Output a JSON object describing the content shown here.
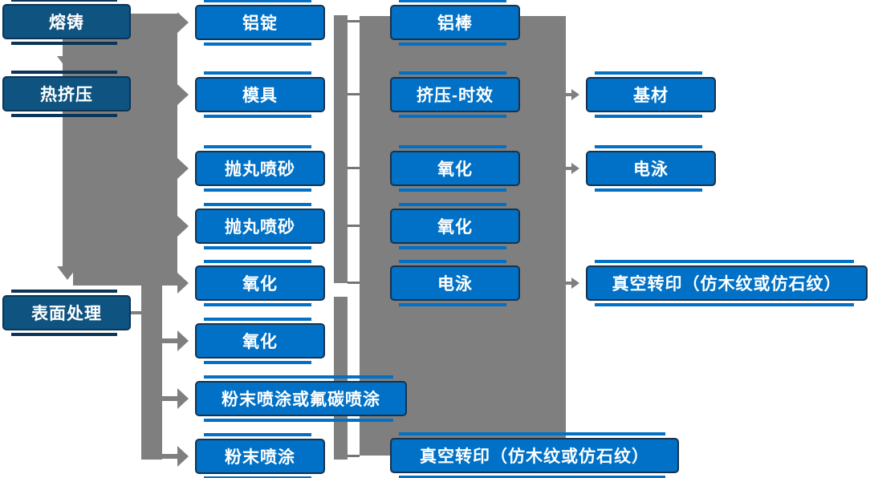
{
  "diagram": {
    "type": "flowchart",
    "subject": "aluminium profile production and surface finishing process",
    "orientation": "left-to-right",
    "colors": {
      "bright_box_fill": "#0071C6",
      "bright_box_border": "#17324D",
      "dark_box_fill": "#0F5380",
      "dark_box_border": "#0B3456",
      "connector_gray": "#7F7F7F",
      "text": "#FFFFFF",
      "background": "#FFFFFF"
    }
  },
  "nodes": [
    {
      "id": "melting-casting",
      "label": "熔铸",
      "column": 1
    },
    {
      "id": "hot-extrusion",
      "label": "热挤压",
      "column": 1
    },
    {
      "id": "surface-treatment",
      "label": "表面处理",
      "column": 1
    },
    {
      "id": "aluminum-ingot",
      "label": "铝锭",
      "column": 2
    },
    {
      "id": "mold",
      "label": "模具",
      "column": 2
    },
    {
      "id": "shot-blasting-sandblasting-1",
      "label": "抛丸喷砂",
      "column": 2
    },
    {
      "id": "shot-blasting-sandblasting-2",
      "label": "抛丸喷砂",
      "column": 2
    },
    {
      "id": "oxidation-1",
      "label": "氧化",
      "column": 2
    },
    {
      "id": "oxidation-2",
      "label": "氧化",
      "column": 2
    },
    {
      "id": "powder-or-fluorocarbon-coating",
      "label": "粉末喷涂或氟碳喷涂",
      "column": 2
    },
    {
      "id": "powder-coating",
      "label": "粉末喷涂",
      "column": 2
    },
    {
      "id": "aluminum-rod",
      "label": "铝棒",
      "column": 3
    },
    {
      "id": "extrusion-aging",
      "label": "挤压-时效",
      "column": 3
    },
    {
      "id": "oxidation-3",
      "label": "氧化",
      "column": 3
    },
    {
      "id": "oxidation-4",
      "label": "氧化",
      "column": 3
    },
    {
      "id": "electrophoresis-1",
      "label": "电泳",
      "column": 3
    },
    {
      "id": "vacuum-transfer-printing-1",
      "label": "真空转印（仿木纹或仿石纹）",
      "column": 3
    },
    {
      "id": "base-material",
      "label": "基材",
      "column": 4
    },
    {
      "id": "electrophoresis-2",
      "label": "电泳",
      "column": 4
    },
    {
      "id": "vacuum-transfer-printing-2",
      "label": "真空转印（仿木纹或仿石纹）",
      "column": 4
    }
  ],
  "edges": {
    "vertical_process_flow": [
      "熔铸",
      "热挤压",
      "表面处理"
    ],
    "trunk_from_casting_and_extrusion_to": [
      "铝锭",
      "模具",
      "抛丸喷砂",
      "抛丸喷砂",
      "氧化"
    ],
    "trunk_from_surface_treatment_to": [
      "氧化",
      "粉末喷涂或氟碳喷涂",
      "粉末喷涂"
    ],
    "stage2_to_stage3_links": [
      [
        "铝锭",
        "铝棒"
      ],
      [
        "模具",
        "挤压-时效"
      ],
      [
        "抛丸喷砂",
        "氧化"
      ],
      [
        "抛丸喷砂",
        "氧化"
      ],
      [
        "氧化",
        "电泳"
      ],
      [
        "粉末喷涂",
        "真空转印（仿木纹或仿石纹）"
      ]
    ],
    "stage3_to_stage4_arrows": [
      [
        "挤压-时效",
        "基材"
      ],
      [
        "氧化",
        "电泳"
      ],
      [
        "电泳",
        "真空转印（仿木纹或仿石纹）"
      ]
    ]
  }
}
